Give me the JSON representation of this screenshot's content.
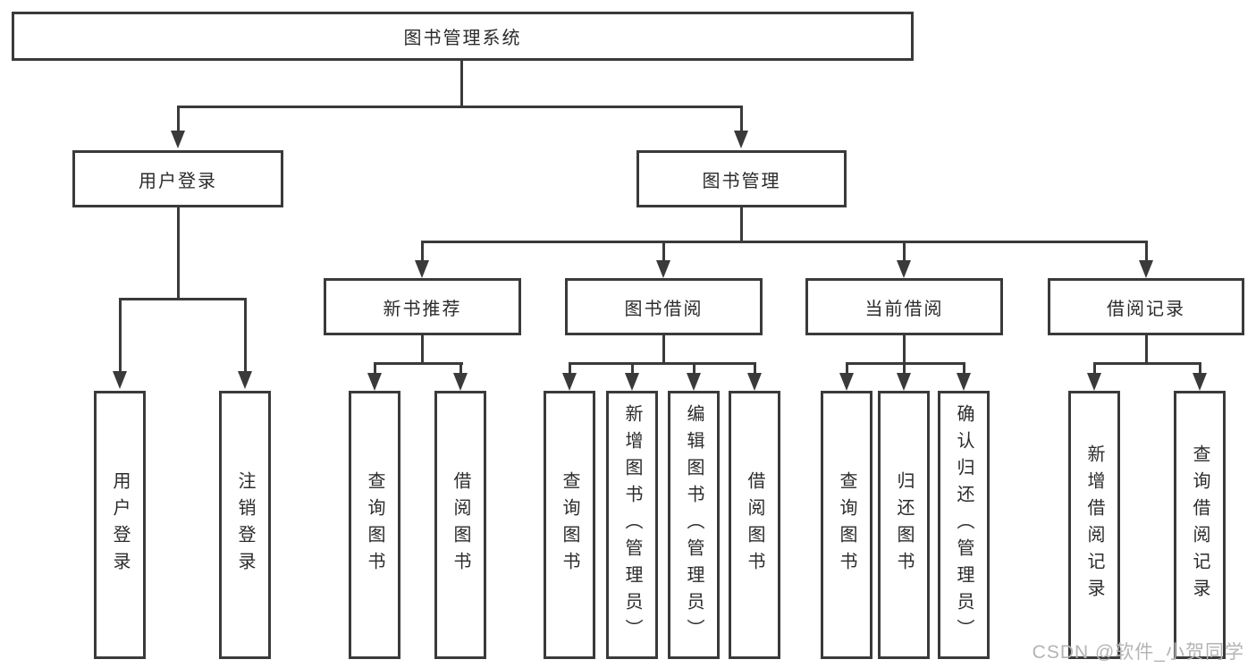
{
  "colors": {
    "line": "#3a3a3a",
    "text": "#2b2b2b",
    "box_fill": "#ffffff",
    "watermark": "#b4b4b4"
  },
  "diagram": {
    "root": "图书管理系统",
    "branches": [
      {
        "label": "用户登录",
        "leaves": [
          "用户登录",
          "注销登录"
        ]
      },
      {
        "label": "图书管理",
        "groups": [
          {
            "label": "新书推荐",
            "leaves": [
              "查询图书",
              "借阅图书"
            ]
          },
          {
            "label": "图书借阅",
            "leaves": [
              "查询图书",
              "新增图书（管理员）",
              "编辑图书（管理员）",
              "借阅图书"
            ]
          },
          {
            "label": "当前借阅",
            "leaves": [
              "查询图书",
              "归还图书",
              "确认归还（管理员）"
            ]
          },
          {
            "label": "借阅记录",
            "leaves": [
              "新增借阅记录",
              "查询借阅记录"
            ]
          }
        ]
      }
    ]
  },
  "watermark": "CSDN @软件_小贺同学"
}
